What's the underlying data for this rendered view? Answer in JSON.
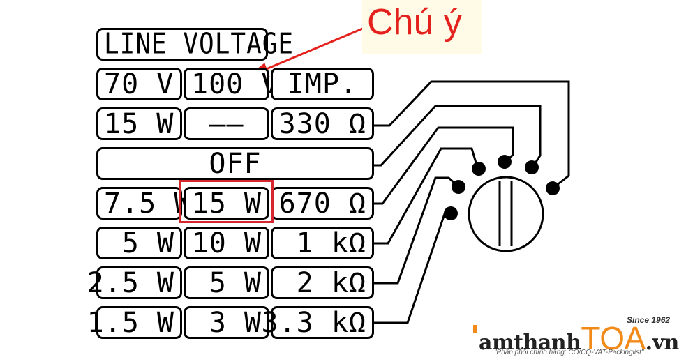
{
  "note": {
    "label": "Chú ý",
    "color": "#e4211c"
  },
  "panel": {
    "title": "LINE VOLTAGE",
    "header": [
      "70 V",
      "100 V",
      "IMP."
    ],
    "rows": [
      [
        "15 W",
        "——",
        "330 Ω"
      ],
      [
        "OFF"
      ],
      [
        "7.5 W",
        "15 W",
        "670 Ω"
      ],
      [
        "5 W",
        "10 W",
        "1 kΩ"
      ],
      [
        "2.5 W",
        "5 W",
        "2 kΩ"
      ],
      [
        "1.5 W",
        "3 W",
        "3.3 kΩ"
      ]
    ],
    "highlighted_cell": "15 W"
  },
  "logo": {
    "brand_prefix": "amthanh",
    "brand_toa": "TOA",
    "brand_suffix": ".vn",
    "since": "Since 1962",
    "tagline": "\"Phân phối chính hãng: CO/CQ-VAT-Packinglist\"",
    "accent_color": "#f28a19"
  }
}
